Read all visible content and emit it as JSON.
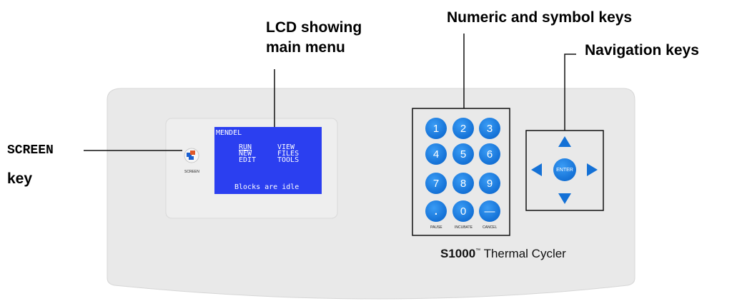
{
  "callouts": {
    "screen_key": "SCREEN",
    "screen_key_suffix": "key",
    "lcd_line1": "LCD showing",
    "lcd_line2": "main menu",
    "numeric_keys": "Numeric and symbol keys",
    "navigation_keys": "Navigation keys"
  },
  "lcd": {
    "header": "MENDEL",
    "menu": [
      "RUN",
      "NEW",
      "EDIT",
      "VIEW",
      "FILES",
      "TOOLS"
    ],
    "status": "Blocks are idle"
  },
  "screen_button_label": "SCREEN",
  "keypad": {
    "keys": [
      "1",
      "2",
      "3",
      "4",
      "5",
      "6",
      "7",
      "8",
      "9",
      ".",
      "0",
      "—"
    ],
    "labels": [
      "PAUSE",
      "INCUBATE",
      "CANCEL"
    ]
  },
  "navigation": {
    "enter_label": "ENTER",
    "arrows": [
      "up",
      "left",
      "right",
      "down"
    ]
  },
  "brand": {
    "model": "S1000",
    "trademark": "™",
    "name": "Thermal Cycler"
  },
  "colors": {
    "panel": "#e9e9e9",
    "lcd_background": "#2b3ff0",
    "key_blue": "#1471d6"
  }
}
